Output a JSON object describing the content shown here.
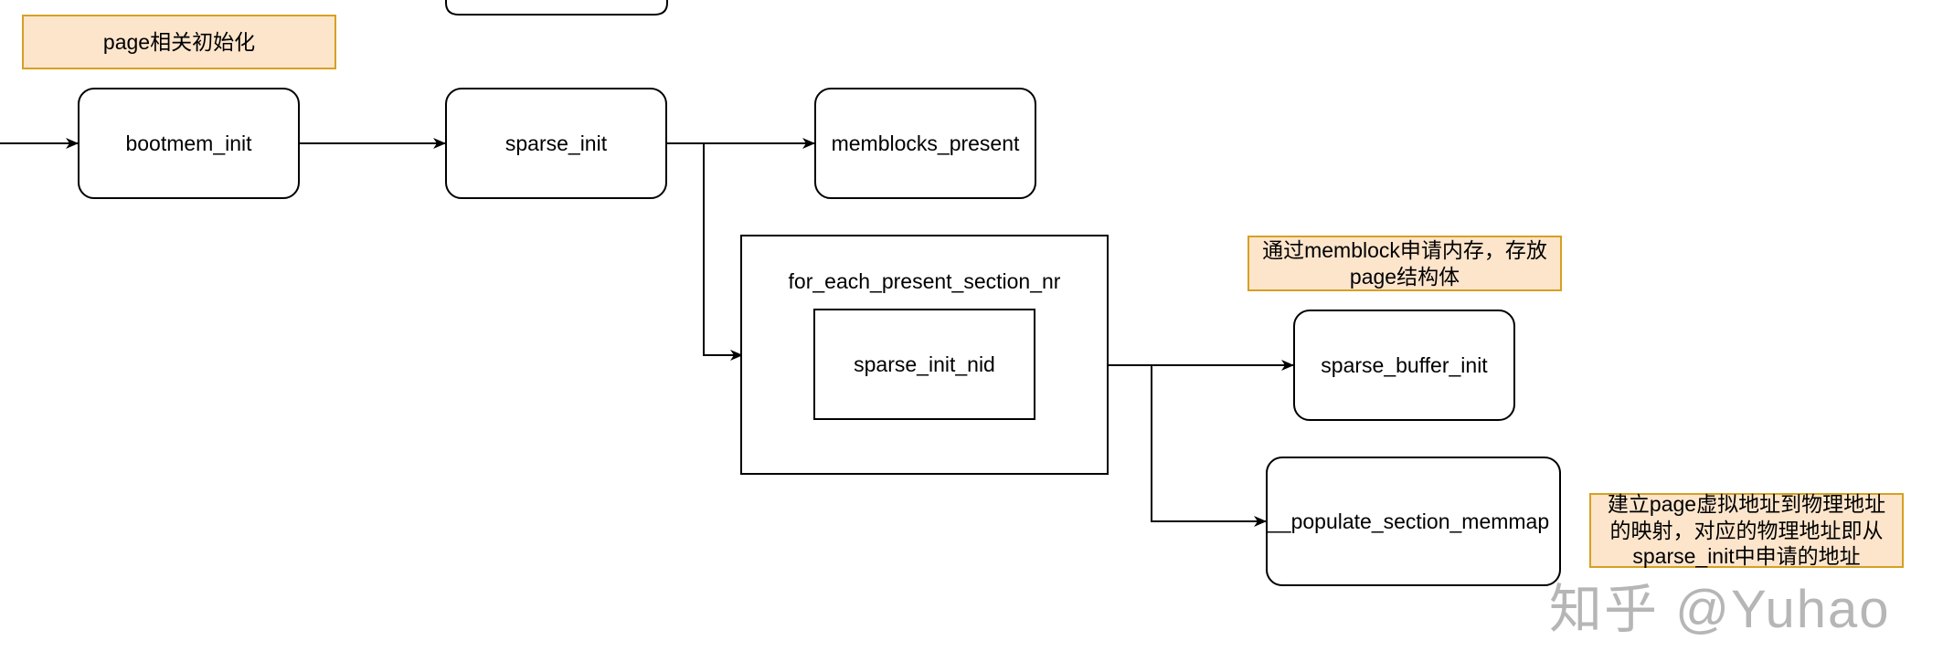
{
  "nodes": {
    "bootmem_init": "bootmem_init",
    "sparse_init": "sparse_init",
    "memblocks_present": "memblocks_present",
    "for_each_present_section_nr": "for_each_present_section_nr",
    "sparse_init_nid": "sparse_init_nid",
    "sparse_buffer_init": "sparse_buffer_init",
    "populate_section_memmap": "__populate_section_memmap"
  },
  "notes": {
    "page_init": "page相关初始化",
    "memblock_alloc": [
      "通过memblock申请内存，存放",
      "page结构体"
    ],
    "mapping": [
      "建立page虚拟地址到物理地址",
      "的映射，对应的物理地址即从",
      "sparse_init中申请的地址"
    ]
  },
  "watermark": "知乎 @Yuhao",
  "colors": {
    "note_fill": "#fde5cc",
    "note_border": "#d6a022",
    "line": "#000000",
    "watermark": "#b6b6b6"
  }
}
